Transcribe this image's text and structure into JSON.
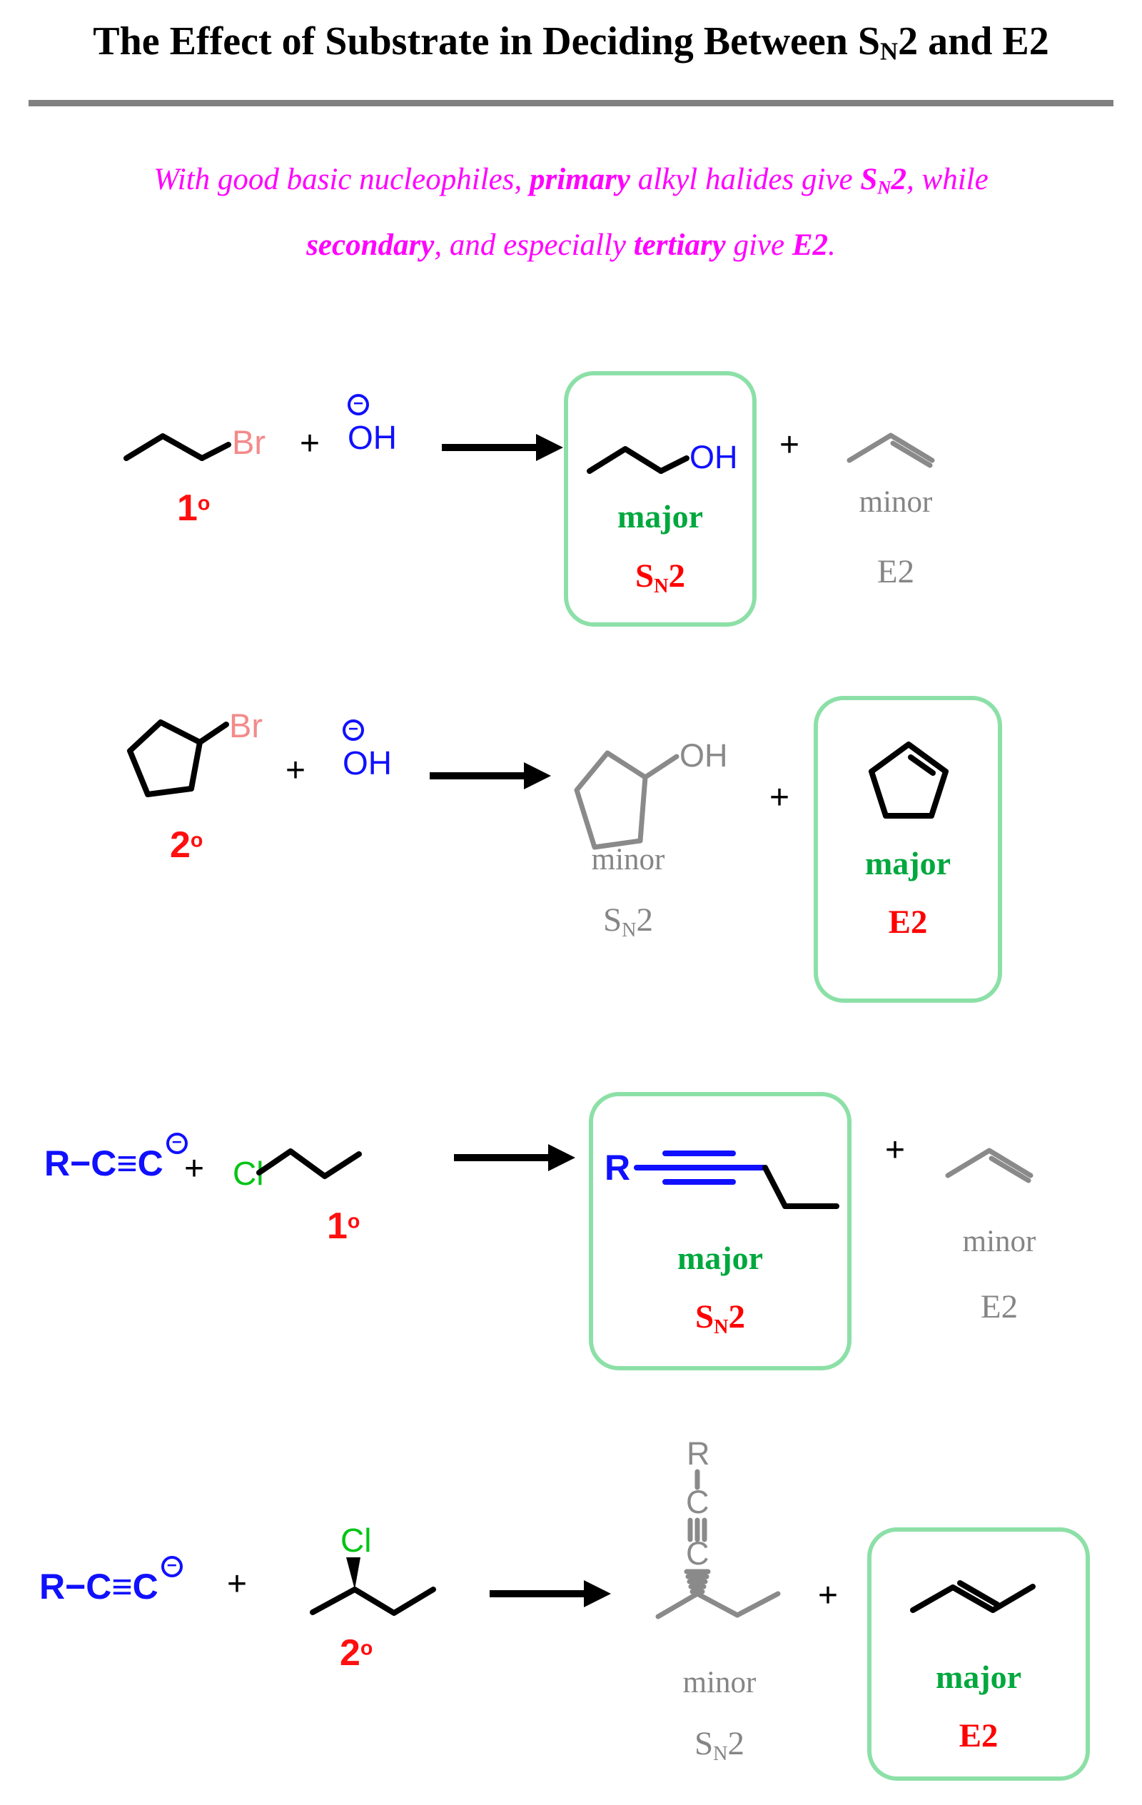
{
  "colors": {
    "box_border_green": "#8ce0a7",
    "major_green": "#00a83e",
    "mechanism_red": "#ff0000",
    "degree_red": "#ff0f0f",
    "minor_gray": "#858585",
    "structure_gray": "#8a8a8a",
    "nucleophile_blue": "#1010ff",
    "bromine_salmon": "#f48a8a",
    "chlorine_green": "#00c414",
    "subtitle_magenta": "#ff00ff",
    "divider_gray": "#808080",
    "bond_black": "#000000"
  },
  "header": {
    "title_pre": "The Effect of Substrate in Deciding Between S",
    "title_sub": "N",
    "title_post": "2 and E2"
  },
  "subtitle": {
    "line1_a": "With good basic nucleophiles, ",
    "line1_b": "primary",
    "line1_c": " alkyl halides give ",
    "line1_d": "S",
    "line1_e": "N",
    "line1_f": "2",
    "line1_g": ", while",
    "line2_a": "secondary",
    "line2_b": ", and especially ",
    "line2_c": "tertiary",
    "line2_d": " give ",
    "line2_e": "E2",
    "line2_f": "."
  },
  "plus": "+",
  "rows": {
    "row1": {
      "halide": "Br",
      "degree": "1",
      "degree_sup": "o",
      "nucleophile_charge": "−",
      "nucleophile": "OH",
      "product_group": "OH",
      "sn2_box": {
        "tag": "major",
        "mech_s": "S",
        "mech_sub": "N",
        "mech_num": "2"
      },
      "e2_side": {
        "tag": "minor",
        "mech": "E2"
      }
    },
    "row2": {
      "halide": "Br",
      "degree": "2",
      "degree_sup": "o",
      "nucleophile_charge": "−",
      "nucleophile": "OH",
      "product_group": "OH",
      "sn2_side": {
        "tag": "minor",
        "mech_s": "S",
        "mech_sub": "N",
        "mech_num": "2"
      },
      "e2_box": {
        "tag": "major",
        "mech": "E2"
      }
    },
    "row3": {
      "nucleophile": "R−C≡C",
      "nucleophile_charge": "−",
      "halide": "Cl",
      "degree": "1",
      "degree_sup": "o",
      "product_r": "R",
      "sn2_box": {
        "tag": "major",
        "mech_s": "S",
        "mech_sub": "N",
        "mech_num": "2"
      },
      "e2_side": {
        "tag": "minor",
        "mech": "E2"
      }
    },
    "row4": {
      "nucleophile": "R−C≡C",
      "nucleophile_charge": "−",
      "halide": "Cl",
      "degree": "2",
      "degree_sup": "o",
      "product_r": "R",
      "product_c1": "C",
      "product_c2": "C",
      "sn2_side": {
        "tag": "minor",
        "mech_s": "S",
        "mech_sub": "N",
        "mech_num": "2"
      },
      "e2_box": {
        "tag": "major",
        "mech": "E2"
      }
    }
  }
}
